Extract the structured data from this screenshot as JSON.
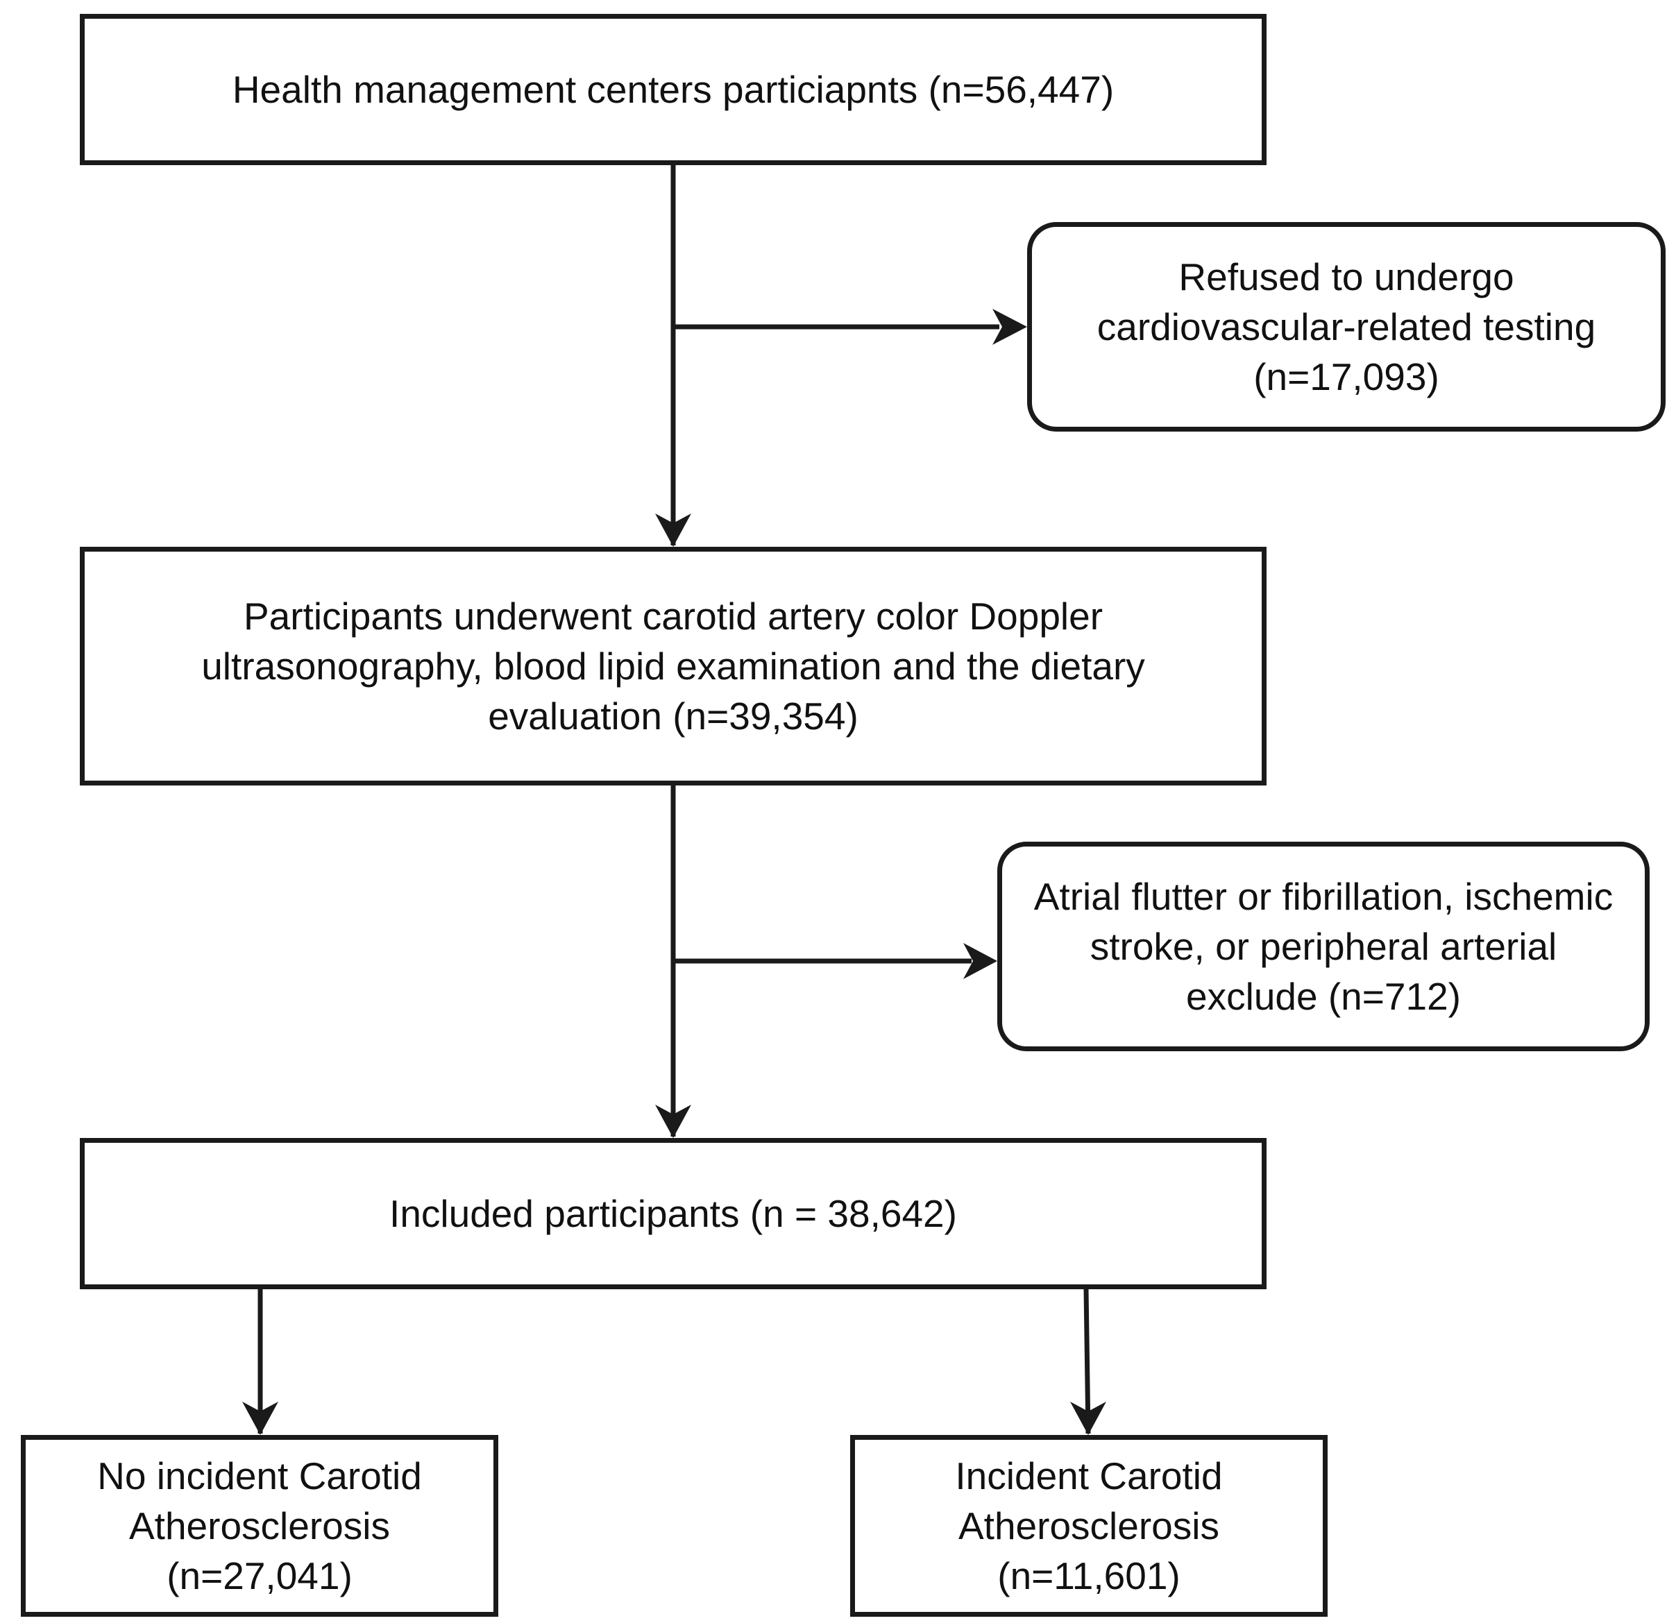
{
  "flowchart": {
    "screened": {
      "text": "Health management centers particiapnts (n=56,447)"
    },
    "refused": {
      "lines": [
        "Refused to undergo",
        "cardiovascular-related testing",
        "(n=17,093)"
      ]
    },
    "evaluated": {
      "lines": [
        "Participants underwent carotid artery color Doppler",
        "ultrasonography, blood lipid examination and the dietary",
        "evaluation (n=39,354)"
      ]
    },
    "excluded": {
      "lines": [
        "Atrial flutter or fibrillation, ischemic",
        "stroke, or peripheral arterial",
        "exclude (n=712)"
      ]
    },
    "included": {
      "text": "Included participants (n = 38,642)"
    },
    "no_incident": {
      "lines": [
        "No incident Carotid",
        "Atherosclerosis",
        "(n=27,041)"
      ]
    },
    "incident": {
      "lines": [
        "Incident Carotid",
        "Atherosclerosis",
        "(n=11,601)"
      ]
    }
  }
}
